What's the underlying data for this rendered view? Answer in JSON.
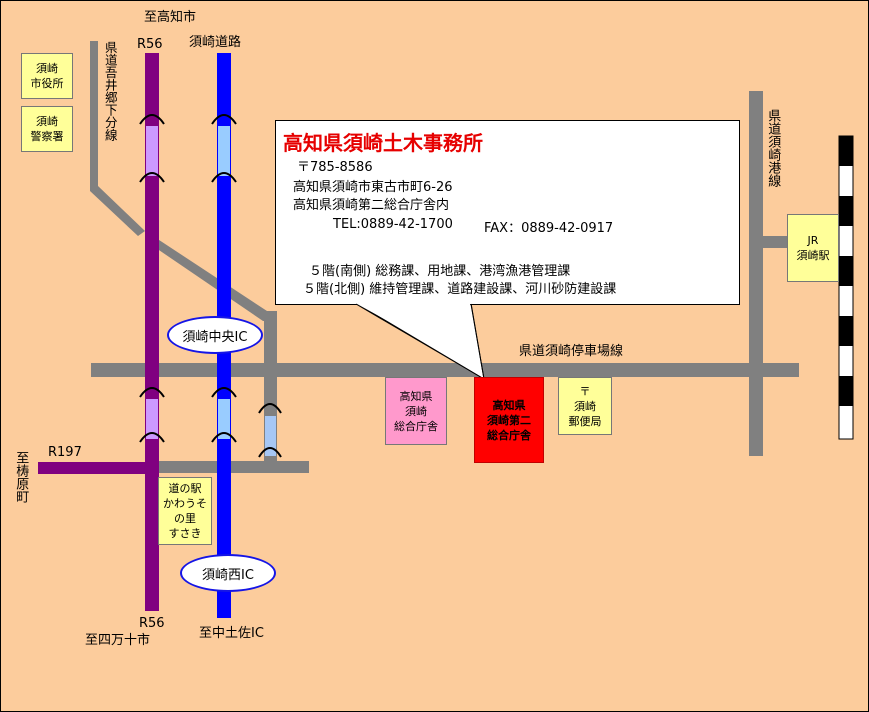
{
  "destinations": {
    "north": "至高知市",
    "west": "至梼原町",
    "south_r56": "至四万十市",
    "south_expressway": "至中土佐IC"
  },
  "roads": {
    "r56_top": "R56",
    "r56_bottom": "R56",
    "susaki_road": "須崎道路",
    "r197": "R197",
    "pref_road_agui": "県道吾井郷下分線",
    "pref_road_port": "県道須崎港線",
    "pref_road_station": "県道須崎停車場線"
  },
  "interchanges": {
    "central": "須崎中央IC",
    "west": "須崎西IC"
  },
  "places": {
    "city_hall": "須崎\n市役所",
    "police": "須崎\n警察署",
    "jr_station": "JR\n須崎駅",
    "road_station": "道の駅\nかわうそ\nの里\nすさき",
    "gov_office": "高知県\n須崎\n総合庁舎",
    "gov_office_2": "高知県\n須崎第二\n総合庁舎",
    "post_office": "〒\n須崎\n郵便局"
  },
  "office": {
    "name": "高知県須崎土木事務所",
    "postal": "〒785-8586",
    "address1": "高知県須崎市東古市町6-26",
    "address2": "高知県須崎第二総合庁舎内",
    "tel": "TEL:0889-42-1700",
    "fax": "FAX：0889-42-0917",
    "floor_south": "５階(南側) 総務課、用地課、港湾漁港管理課",
    "floor_north": "５階(北側) 維持管理課、道路建設課、河川砂防建設課"
  },
  "colors": {
    "background": "#fccc9c",
    "r56": "#800080",
    "r56_underpass": "#cc99ff",
    "expressway": "#0000ff",
    "expressway_underpass": "#99ccff",
    "local_road": "#808080",
    "target_building": "#ff0000",
    "gov_building": "#ff99cc",
    "label_box": "#ffff99",
    "office_title": "#e60000"
  }
}
